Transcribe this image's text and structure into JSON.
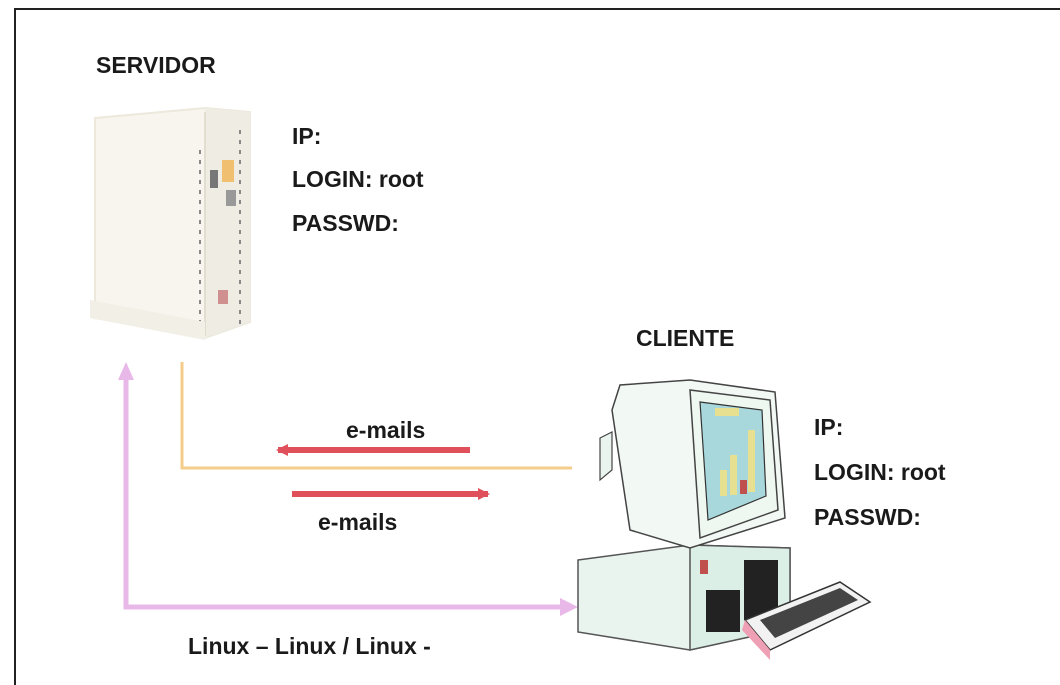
{
  "server": {
    "title": "SERVIDOR",
    "ip_label": "IP:",
    "login_label": "LOGIN: root",
    "passwd_label": "PASSWD:"
  },
  "client": {
    "title": "CLIENTE",
    "ip_label": "IP:",
    "login_label": "LOGIN: root",
    "passwd_label": "PASSWD:"
  },
  "links": {
    "emails_incoming": "e-mails",
    "emails_outgoing": "e-mails",
    "bottom_caption": "Linux – Linux / Linux -"
  },
  "colors": {
    "email_arrow": "#e0505a",
    "orange_line": "#f5cd8a",
    "pink_line": "#e8b8e8",
    "frame": "#222222"
  }
}
